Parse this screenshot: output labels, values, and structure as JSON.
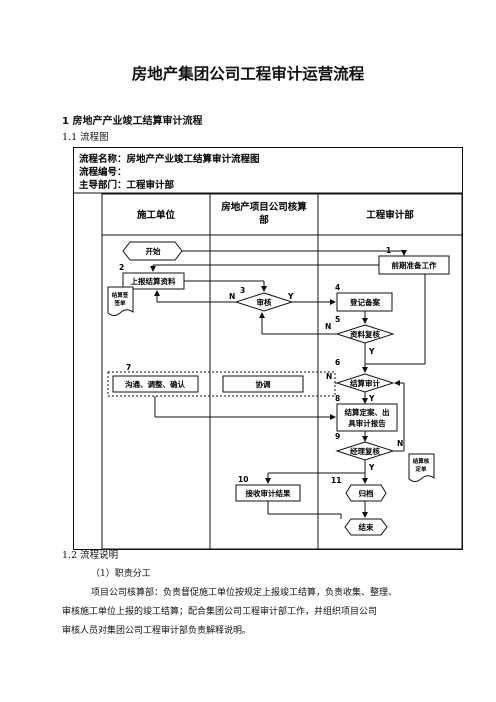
{
  "doc": {
    "title": "房地产集团公司工程审计运营流程",
    "section1": "1 房地产产业竣工结算审计流程",
    "section1_1": "1.1 流程图",
    "section1_2": "1.2 流程说明",
    "role_heading": "（1）职责分工",
    "body_lines": [
      "项目公司核算部：负责督促施工单位按规定上报竣工结算，负责收集、整理、",
      "审核施工单位上报的竣工结算；配合集团公司工程审计部工作，并组织项目公司",
      "审核人员对集团公司工程审计部负责解释说明。"
    ]
  },
  "flow": {
    "header": {
      "name": "流程名称：房地产产业竣工结算审计流程图",
      "number": "流程编号：",
      "owner": "主导部门：工程审计部"
    },
    "lanes": {
      "lane1": "施工单位",
      "lane2a": "房地产项目公司核算",
      "lane2b": "部",
      "lane3": "工程审计部"
    },
    "nodes": {
      "start": "开始",
      "n1_num": "1",
      "n1": "前期准备工作",
      "n2_num": "2",
      "n2": "上报结算资料",
      "doc1a": "结算签",
      "doc1b": "签单",
      "n3_num": "3",
      "n3": "审核",
      "n4_num": "4",
      "n4": "登记备案",
      "n5_num": "5",
      "n5": "资料复核",
      "n6_num": "6",
      "n6": "结算审计",
      "n7_num": "7",
      "n7": "沟通、调整、确认",
      "coord": "协调",
      "n8_num": "8",
      "n8a": "结算定案、出",
      "n8b": "具审计报告",
      "n9_num": "9",
      "n9": "经理复核",
      "doc2a": "结算核",
      "doc2b": "定单",
      "n10_num": "10",
      "n10": "接收审计结果",
      "n11_num": "11",
      "n11": "归档",
      "end": "结束",
      "lbl_n": "N",
      "lbl_y": "Y"
    }
  }
}
